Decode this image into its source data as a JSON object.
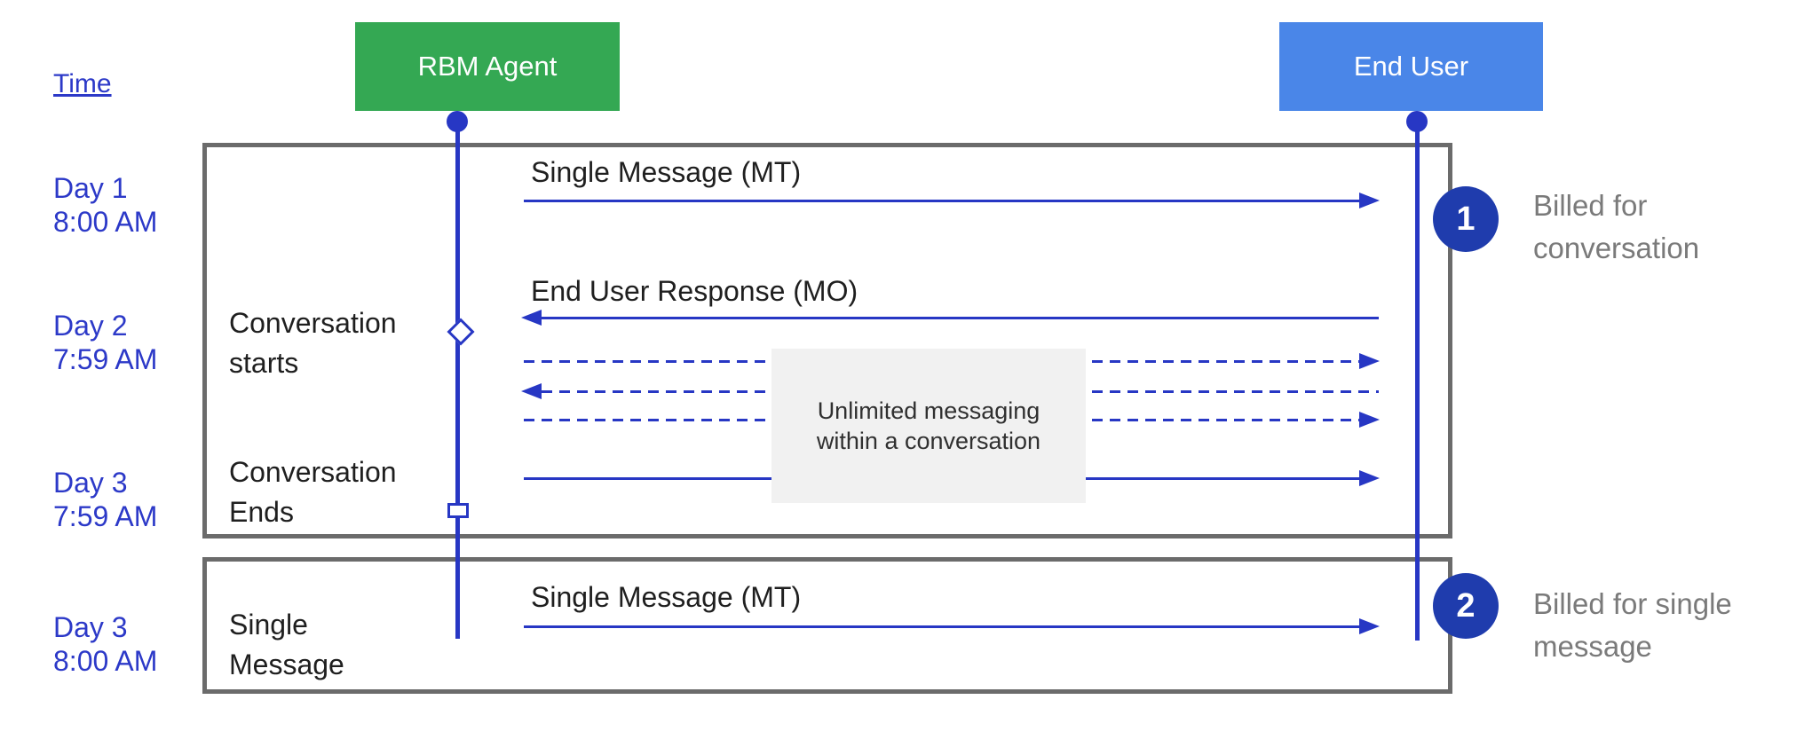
{
  "diagram": {
    "title_hint": "RBM conversation vs single-message billing sequence",
    "time_label": "Time",
    "actors": [
      {
        "id": "rbm-agent",
        "label": "RBM Agent",
        "color": "#34a853"
      },
      {
        "id": "end-user",
        "label": "End User",
        "color": "#4a86e8"
      }
    ],
    "time_rows": [
      {
        "day": "Day 1",
        "time": "8:00 AM"
      },
      {
        "day": "Day 2",
        "time": "7:59 AM"
      },
      {
        "day": "Day 3",
        "time": "7:59 AM"
      },
      {
        "day": "Day 3",
        "time": "8:00 AM"
      }
    ],
    "sections": [
      {
        "name": "conversation",
        "events": [
          {
            "label": "Conversation starts",
            "marker": "open-diamond"
          },
          {
            "label": "Conversation Ends",
            "marker": "open-square"
          }
        ],
        "messages": [
          {
            "label": "Single Message (MT)",
            "from": "rbm-agent",
            "to": "end-user",
            "direction": "right",
            "style": "solid"
          },
          {
            "label": "End User Response (MO)",
            "from": "end-user",
            "to": "rbm-agent",
            "direction": "left",
            "style": "solid"
          },
          {
            "label": "",
            "direction": "right",
            "style": "dashed"
          },
          {
            "label": "",
            "direction": "left",
            "style": "dashed"
          },
          {
            "label": "",
            "direction": "right",
            "style": "dashed"
          },
          {
            "label": "",
            "direction": "right",
            "style": "solid"
          }
        ],
        "note": "Unlimited messaging within a conversation",
        "badge": {
          "number": "1",
          "caption": "Billed for conversation"
        }
      },
      {
        "name": "single-message",
        "events": [
          {
            "label": "Single Message",
            "marker": "none"
          }
        ],
        "messages": [
          {
            "label": "Single Message (MT)",
            "from": "rbm-agent",
            "to": "end-user",
            "direction": "right",
            "style": "solid"
          }
        ],
        "badge": {
          "number": "2",
          "caption": "Billed for single message"
        }
      }
    ],
    "colors": {
      "agent_green": "#34a853",
      "user_blue": "#4a86e8",
      "line_blue": "#2737c4",
      "text_blue": "#2c39c8",
      "badge_navy": "#1f3cad",
      "caption_gray": "#7a7a7a",
      "box_border_gray": "#6b6b6b",
      "note_background": "#f1f1f1"
    }
  }
}
